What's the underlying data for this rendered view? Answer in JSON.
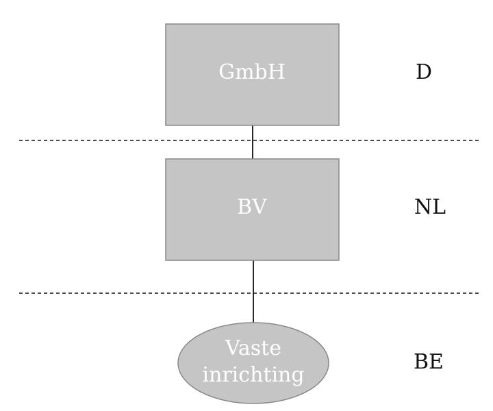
{
  "diagram": {
    "nodes": {
      "gmbh": {
        "label": "GmbH",
        "country": "D"
      },
      "bv": {
        "label": "BV",
        "country": "NL"
      },
      "vaste": {
        "label_line1": "Vaste",
        "label_line2": "inrichting",
        "country": "BE"
      }
    },
    "colors": {
      "node_fill": "#c6c5c6",
      "node_border": "#8a898a",
      "node_text": "#ffffff",
      "line": "#111111"
    }
  }
}
